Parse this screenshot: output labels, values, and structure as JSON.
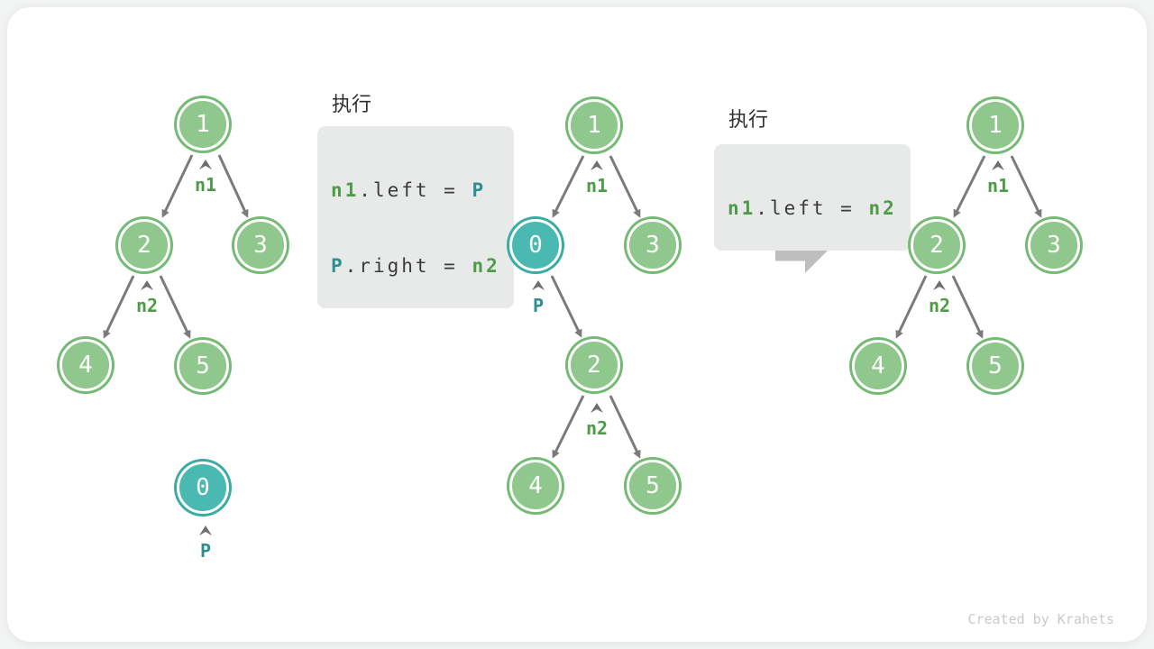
{
  "watermark": "Created by Krahets",
  "colors": {
    "node_green_fill": "#8FC78C",
    "node_green_ring": "#74BA74",
    "node_teal_fill": "#4AB9B2",
    "node_teal_ring": "#3BABA4",
    "label_green": "#4E9B47",
    "label_teal": "#2E8F8F",
    "edge_gray": "#7B7B7B",
    "block_arrow_gray": "#BEBEBE",
    "code_bg": "#E8E9E9",
    "code_text": "#3A3A3A"
  },
  "code1": {
    "caption": "执行",
    "line1": {
      "a": "n1",
      "b": ".left",
      "c": " = ",
      "d": "P"
    },
    "line2": {
      "a": "P",
      "b": ".right",
      "c": " = ",
      "d": "n2"
    }
  },
  "code2": {
    "caption": "执行",
    "line1": {
      "a": "n1",
      "b": ".left",
      "c": " = ",
      "d": "n2"
    }
  },
  "trees": {
    "left": {
      "nodes": {
        "v1": "1",
        "v2": "2",
        "v3": "3",
        "v4": "4",
        "v5": "5",
        "v0": "0"
      },
      "pointers": {
        "n1": "n1",
        "n2": "n2",
        "p": "P"
      }
    },
    "middle": {
      "nodes": {
        "v1": "1",
        "v0": "0",
        "v3": "3",
        "v2": "2",
        "v4": "4",
        "v5": "5"
      },
      "pointers": {
        "n1": "n1",
        "p": "P",
        "n2": "n2"
      }
    },
    "right": {
      "nodes": {
        "v1": "1",
        "v2": "2",
        "v3": "3",
        "v4": "4",
        "v5": "5"
      },
      "pointers": {
        "n1": "n1",
        "n2": "n2"
      }
    }
  }
}
